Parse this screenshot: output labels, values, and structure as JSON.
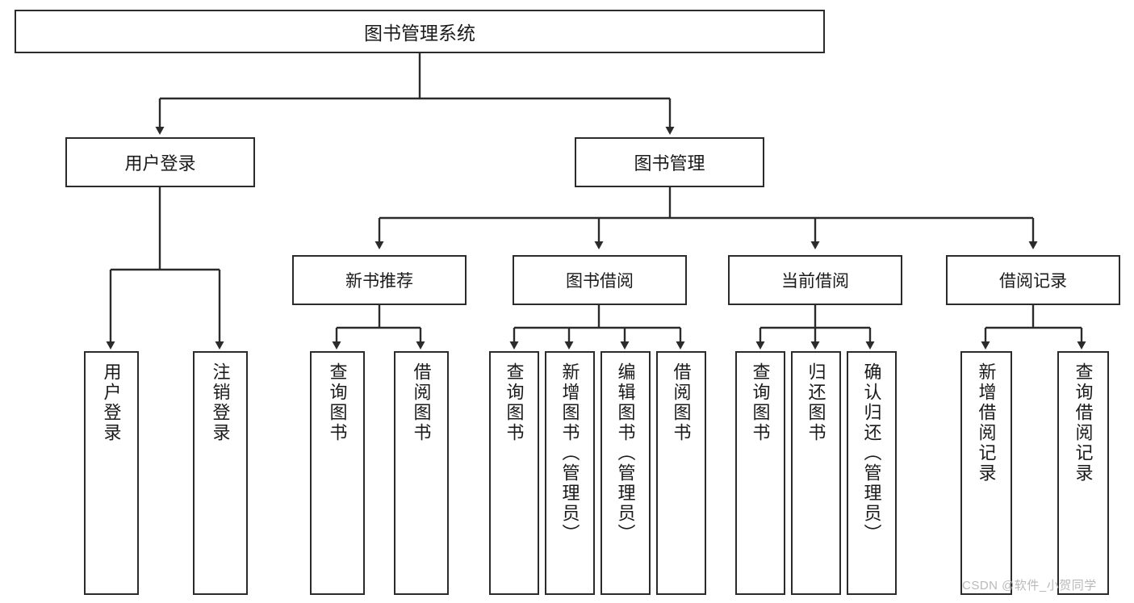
{
  "diagram": {
    "title": "图书管理系统",
    "style": {
      "box_border": "#2b2b2b",
      "box_fill": "#ffffff",
      "line": "#2b2b2b",
      "text": "#1a1a1a",
      "watermark": "#b9b9b9",
      "background": "#ffffff"
    },
    "root": {
      "label": "图书管理系统"
    },
    "level2": [
      {
        "label": "用户登录"
      },
      {
        "label": "图书管理"
      }
    ],
    "level3": [
      {
        "label": "新书推荐"
      },
      {
        "label": "图书借阅"
      },
      {
        "label": "当前借阅"
      },
      {
        "label": "借阅记录"
      }
    ],
    "leaves": {
      "user_login": [
        {
          "label": "用户登录"
        },
        {
          "label": "注销登录"
        }
      ],
      "new_book": [
        {
          "label": "查询图书"
        },
        {
          "label": "借阅图书"
        }
      ],
      "book_borrow": [
        {
          "label": "查询图书"
        },
        {
          "label": "新增图书（管理员）"
        },
        {
          "label": "编辑图书（管理员）"
        },
        {
          "label": "借阅图书"
        }
      ],
      "current_borrow": [
        {
          "label": "查询图书"
        },
        {
          "label": "归还图书"
        },
        {
          "label": "确认归还（管理员）"
        }
      ],
      "borrow_record": [
        {
          "label": "新增借阅记录"
        },
        {
          "label": "查询借阅记录"
        }
      ]
    },
    "watermark": "CSDN @软件_小贺同学"
  }
}
